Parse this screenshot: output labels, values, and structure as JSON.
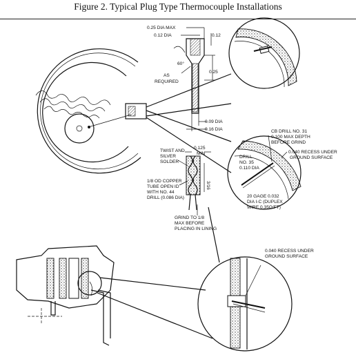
{
  "caption": "Figure 2.  Typical Plug Type Thermocouple Installations",
  "labels": {
    "dia_max": "0.25 DIA MAX",
    "dia_012": "0.12 DIA",
    "dim_012": "0.12",
    "angle": "60°",
    "as": "AS",
    "required": "REQUIRED",
    "dim_025": "0.25",
    "dia_009": "0.09 DIA",
    "dia_016": "0.16 DIA",
    "cb1": "CB DRILL NO. 31",
    "cb2": "0.100 MAX DEPTH",
    "cb3": "BEFORE GRIND",
    "drill1": "DRILL",
    "drill2": "NO. 35",
    "drill3": "0.110 DIA",
    "rec1": "0.040 RECESS UNDER",
    "rec2": "GROUND SURFACE",
    "tw1": "TWIST AND",
    "tw2": "SILVER",
    "tw3": "SOLDER",
    "min1": "0.125",
    "min2": "MIN",
    "frac": "3/16",
    "tube1": "1/8 OD COPPER",
    "tube2": "TUBE OPEN ID",
    "tube3": "WITH NO. 44",
    "tube4": "DRILL (0.086 DIA)",
    "gage1": "20 GAGE 0.032",
    "gage2": "DIA I-C (DUPLEX",
    "gage3": "WIRE 0.35Ω/FT)",
    "grind1": "GRIND TO 1/8",
    "grind2": "MAX BEFORE",
    "grind3": "PLACING IN LINING",
    "rec3": "0.040 RECESS UNDER",
    "rec4": "GROUND SURFACE"
  }
}
